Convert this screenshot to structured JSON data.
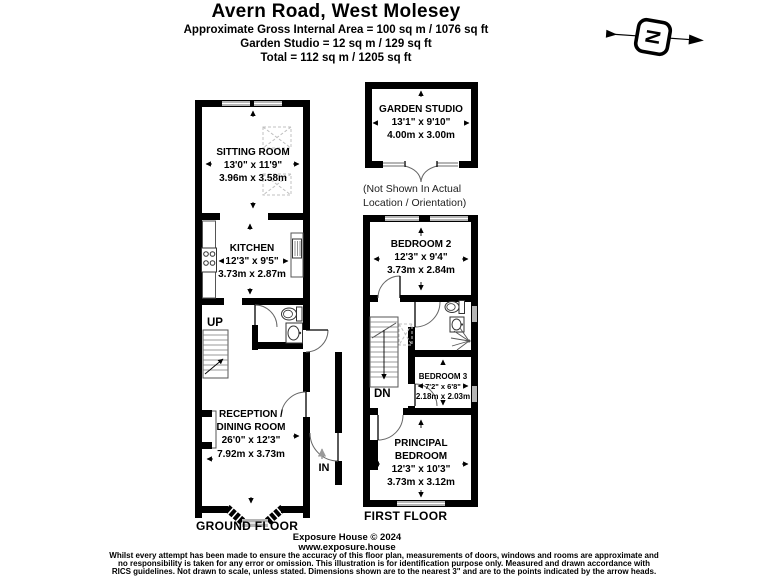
{
  "header": {
    "title": "Avern Road, West Molesey",
    "area_line1": "Approximate Gross Internal Area = 100 sq m / 1076 sq ft",
    "area_line2": "Garden Studio = 12 sq m / 129 sq ft",
    "area_line3": "Total = 112 sq m / 1205 sq ft"
  },
  "compass": {
    "label": "N"
  },
  "garden_studio": {
    "name": "GARDEN STUDIO",
    "imperial": "13'1\" x 9'10\"",
    "metric": "4.00m x 3.00m",
    "note1": "(Not Shown In Actual",
    "note2": "Location / Orientation)"
  },
  "ground": {
    "label": "GROUND FLOOR",
    "up": "UP",
    "in": "IN",
    "sitting": {
      "name": "SITTING ROOM",
      "imperial": "13'0\" x 11'9\"",
      "metric": "3.96m x 3.58m"
    },
    "kitchen": {
      "name": "KITCHEN",
      "imperial": "12'3\" x 9'5\"",
      "metric": "3.73m x 2.87m"
    },
    "reception": {
      "name1": "RECEPTION /",
      "name2": "DINING ROOM",
      "imperial": "26'0\" x 12'3\"",
      "metric": "7.92m x 3.73m"
    }
  },
  "first": {
    "label": "FIRST FLOOR",
    "dn": "DN",
    "bedroom2": {
      "name": "BEDROOM 2",
      "imperial": "12'3\" x 9'4\"",
      "metric": "3.73m x 2.84m"
    },
    "bedroom3": {
      "name": "BEDROOM 3",
      "imperial": "7'2\" x 6'8\"",
      "metric": "2.18m x 2.03m"
    },
    "principal": {
      "name1": "PRINCIPAL",
      "name2": "BEDROOM",
      "imperial": "12'3\" x 10'3\"",
      "metric": "3.73m x 3.12m"
    }
  },
  "footer": {
    "company": "Exposure House © 2024",
    "website": "www.exposure.house",
    "disclaimer1": "Whilst every attempt has been made to ensure the accuracy of this floor plan, measurements of doors, windows and rooms are approximate and",
    "disclaimer2": "no responsibility is taken for any error or omission. This illustration is for identification purpose only. Measured and drawn accordance with",
    "disclaimer3": "RICS guidelines. Not drawn to scale, unless stated. Dimensions shown are to the nearest 3\" and are to the points indicated by the arrow heads."
  },
  "colors": {
    "wall": "#000000",
    "window": "#b5b5b5",
    "background": "#ffffff"
  }
}
